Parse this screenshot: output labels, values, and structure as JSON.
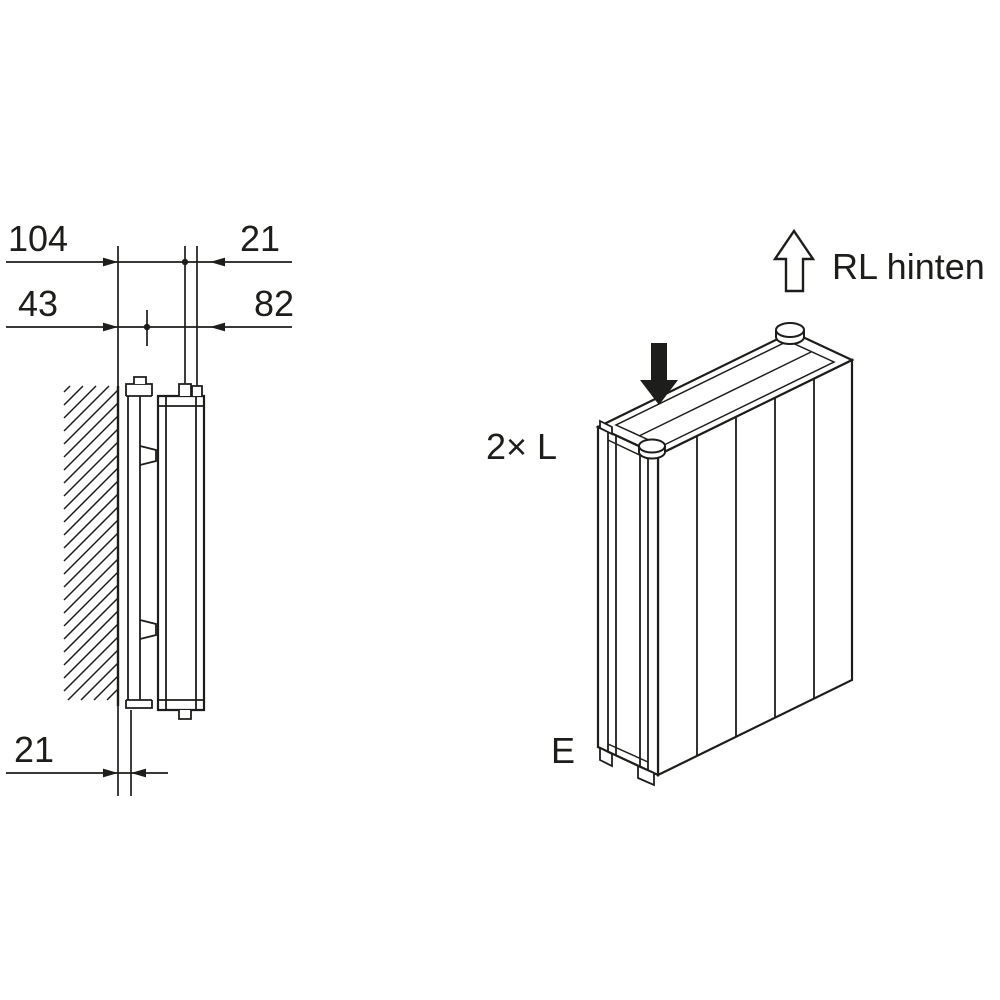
{
  "drawing": {
    "background": "#ffffff",
    "line_color": "#1d1d1b",
    "side_view": {
      "dim_top_left": "104",
      "dim_top_right": "21",
      "dim_mid_left": "43",
      "dim_mid_right": "82",
      "dim_bottom": "21"
    },
    "iso_view": {
      "bracket_label": "2× L",
      "end_label": "E",
      "return_label": "RL hinten"
    },
    "icons": {
      "down_arrow": "insert-direction-down-arrow-icon",
      "up_arrow": "return-flow-up-arrow-icon"
    }
  }
}
